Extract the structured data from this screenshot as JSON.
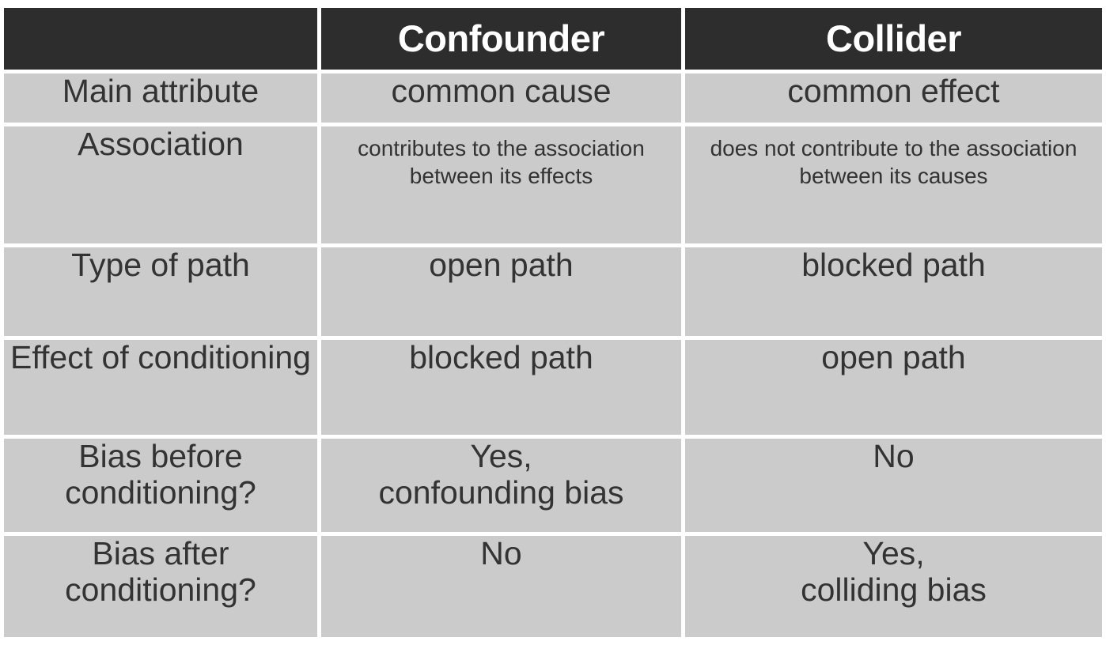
{
  "table": {
    "columns": [
      {
        "key": "attribute",
        "header": ""
      },
      {
        "key": "confounder",
        "header": "Confounder"
      },
      {
        "key": "collider",
        "header": "Collider"
      }
    ],
    "colors": {
      "header_background": "#2d2d2d",
      "header_text": "#ffffff",
      "cell_background": "#cbcbcb",
      "cell_text": "#333333",
      "grid_gap": "#ffffff"
    },
    "rows": [
      {
        "attribute": "Main attribute",
        "confounder": "common cause",
        "collider": "common effect"
      },
      {
        "attribute": "Association",
        "confounder": "contributes to the association between its effects",
        "collider": "does not contribute to the association between its causes"
      },
      {
        "attribute": "Type of path",
        "confounder": "open path",
        "collider": "blocked path"
      },
      {
        "attribute": "Effect of conditioning",
        "confounder": "blocked path",
        "collider": "open path"
      },
      {
        "attribute": "Bias before conditioning?",
        "confounder": "Yes,\nconfounding bias",
        "collider": "No"
      },
      {
        "attribute": "Bias after conditioning?",
        "confounder": "No",
        "collider": "Yes,\ncolliding bias"
      }
    ]
  }
}
